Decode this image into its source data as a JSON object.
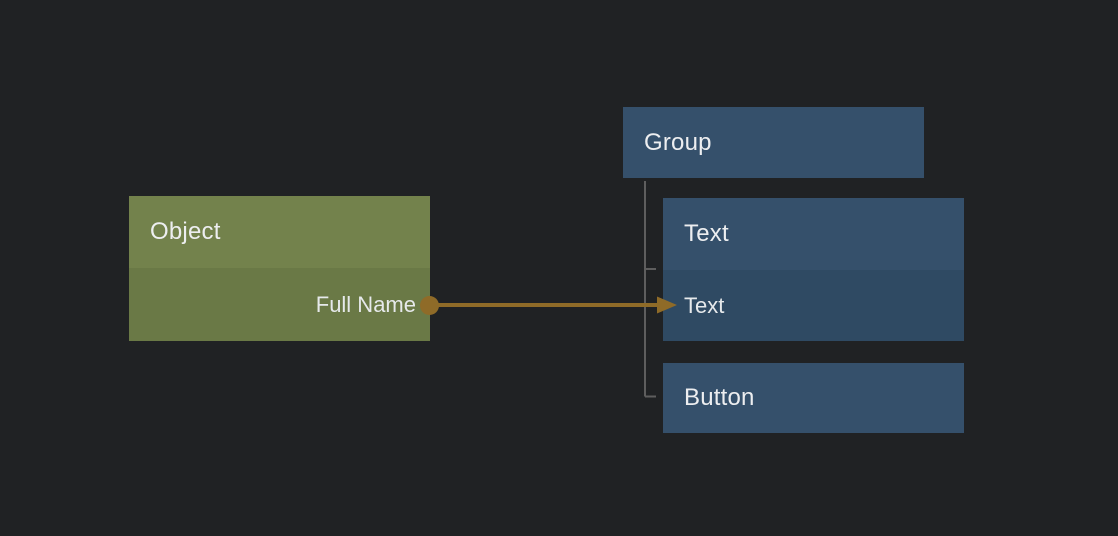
{
  "colors": {
    "bg": "#202224",
    "green-header": "#73824c",
    "green-body": "#6a7946",
    "blue-header": "#35506b",
    "blue-body": "#2f4a63",
    "wire": "#8f6b28",
    "tree-line": "#5e5e5e",
    "text": "#edeef0"
  },
  "nodes": {
    "object": {
      "title": "Object",
      "output_label": "Full Name"
    },
    "group": {
      "title": "Group"
    },
    "text": {
      "title": "Text",
      "property_label": "Text"
    },
    "button": {
      "title": "Button"
    }
  }
}
